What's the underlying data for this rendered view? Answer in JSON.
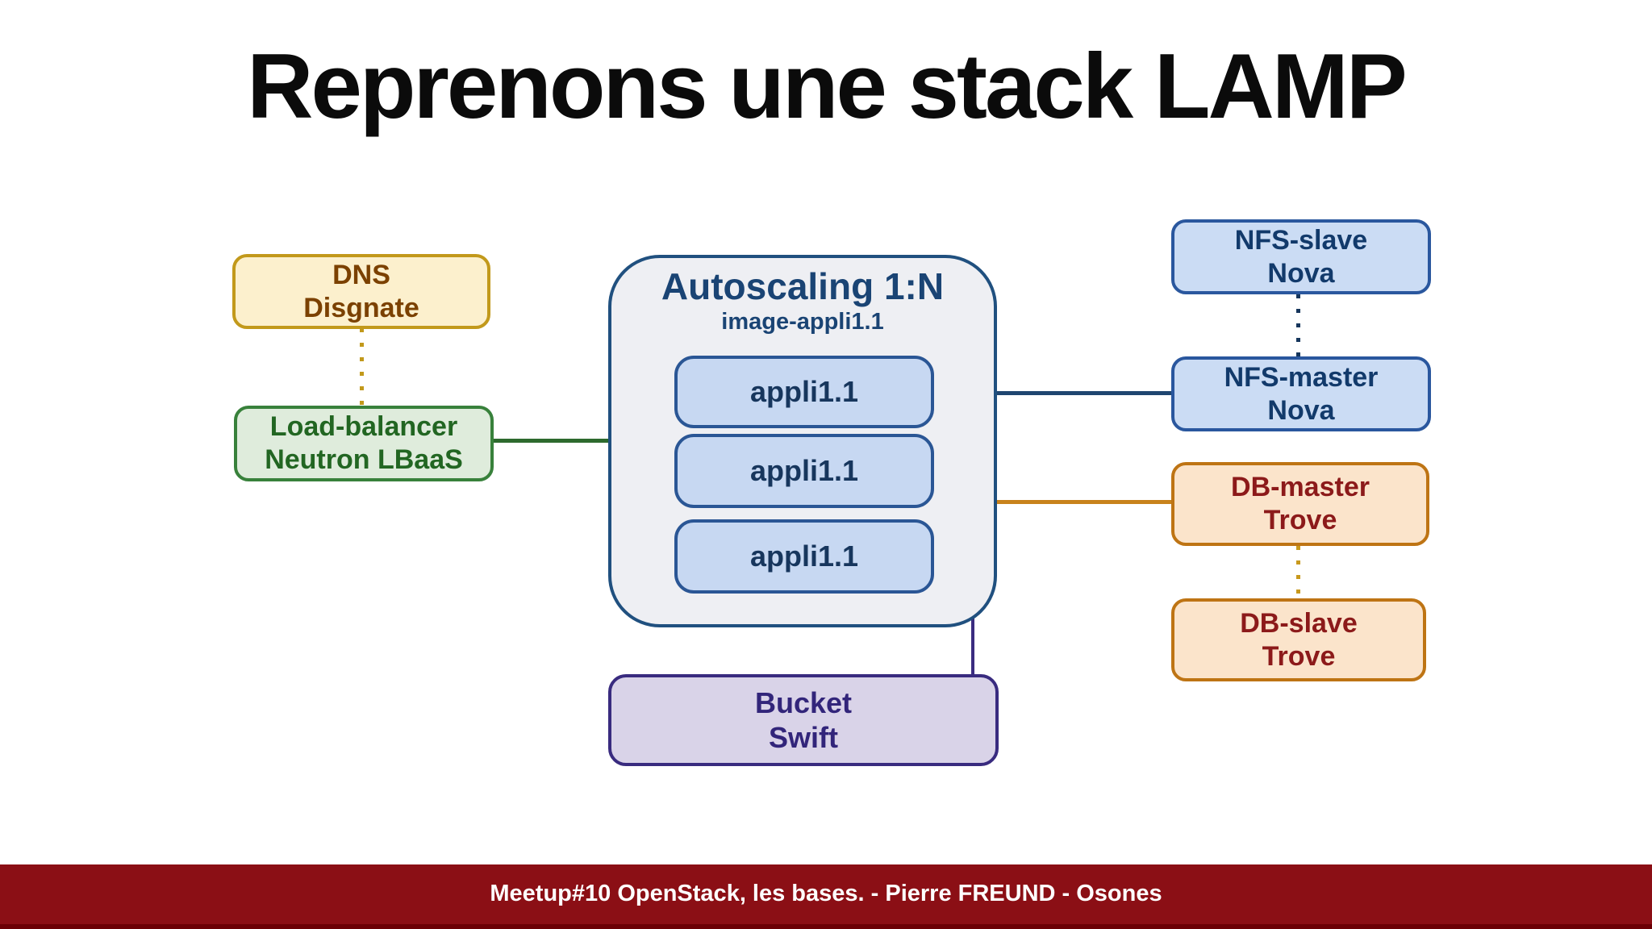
{
  "slide": {
    "title": "Reprenons une stack LAMP",
    "footer": "Meetup#10 OpenStack, les bases. - Pierre FREUND - Osones"
  },
  "diagram": {
    "nodes": {
      "dns": {
        "line1": "DNS",
        "line2": "Disgnate"
      },
      "load_balancer": {
        "line1": "Load-balancer",
        "line2": "Neutron LBaaS"
      },
      "autoscaling": {
        "title": "Autoscaling 1:N",
        "subtitle": "image-appli1.1"
      },
      "appli1": {
        "label": "appli1.1"
      },
      "appli2": {
        "label": "appli1.1"
      },
      "appli3": {
        "label": "appli1.1"
      },
      "bucket": {
        "line1": "Bucket",
        "line2": "Swift"
      },
      "nfs_slave": {
        "line1": "NFS-slave",
        "line2": "Nova"
      },
      "nfs_master": {
        "line1": "NFS-master",
        "line2": "Nova"
      },
      "db_master": {
        "line1": "DB-master",
        "line2": "Trove"
      },
      "db_slave": {
        "line1": "DB-slave",
        "line2": "Trove"
      }
    },
    "colors": {
      "dns_border": "#C2991B",
      "dns_fill": "#FCF0CD",
      "dns_text": "#7B4100",
      "lb_border": "#38813B",
      "lb_fill": "#DFECDC",
      "lb_text": "#226622",
      "container_border": "#20507F",
      "container_fill": "#EEEFF3",
      "appli_fill": "#C7D8F2",
      "appli_border": "#2A5695",
      "appli_text": "#17365D",
      "nfs_fill": "#CBDCF4",
      "nfs_border": "#2A579E",
      "nfs_text": "#123A6B",
      "db_fill": "#FBE4CB",
      "db_border": "#BE7414",
      "db_text": "#8C1A1A",
      "bucket_fill": "#D9D3E8",
      "bucket_border": "#392B7F",
      "bucket_text": "#32257A",
      "connector_green": "#2D6A2E",
      "connector_navy": "#1F4670",
      "connector_orange": "#C8821C",
      "connector_purple": "#3B2C80",
      "footer_background": "#8B0F15",
      "footer_text_color": "#FFFFFF"
    }
  }
}
